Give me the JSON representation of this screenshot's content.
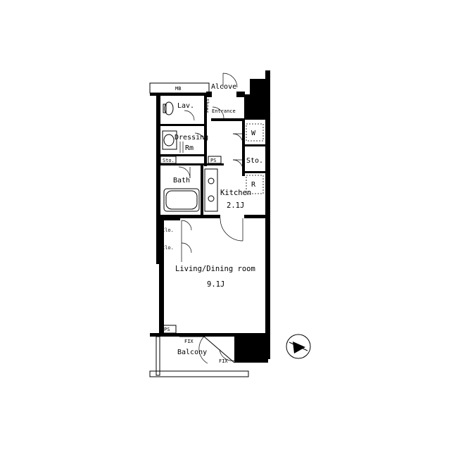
{
  "floorplan": {
    "labels": {
      "mb": "MB",
      "alcove": "Alcove",
      "lav": "Lav.",
      "shoes": "Shoes",
      "entrance": "Entrance",
      "w": "W",
      "dressing": "Dressing",
      "rm": "Rm",
      "sto_upper_left": "Sto.",
      "ps_upper": "PS",
      "sto_right": "Sto.",
      "bath": "Bath",
      "r": "R",
      "kitchen": "Kitchen",
      "kitchen_size": "2.1J",
      "clo_1": "Clo.",
      "clo_2": "Clo.",
      "living": "Living/Dining room",
      "living_size": "9.1J",
      "ps_lower": "PS",
      "fix_1": "FIX",
      "balcony": "Balcony",
      "fix_2": "FIX"
    },
    "north_arrow_icon": "compass-north-arrow-icon"
  }
}
